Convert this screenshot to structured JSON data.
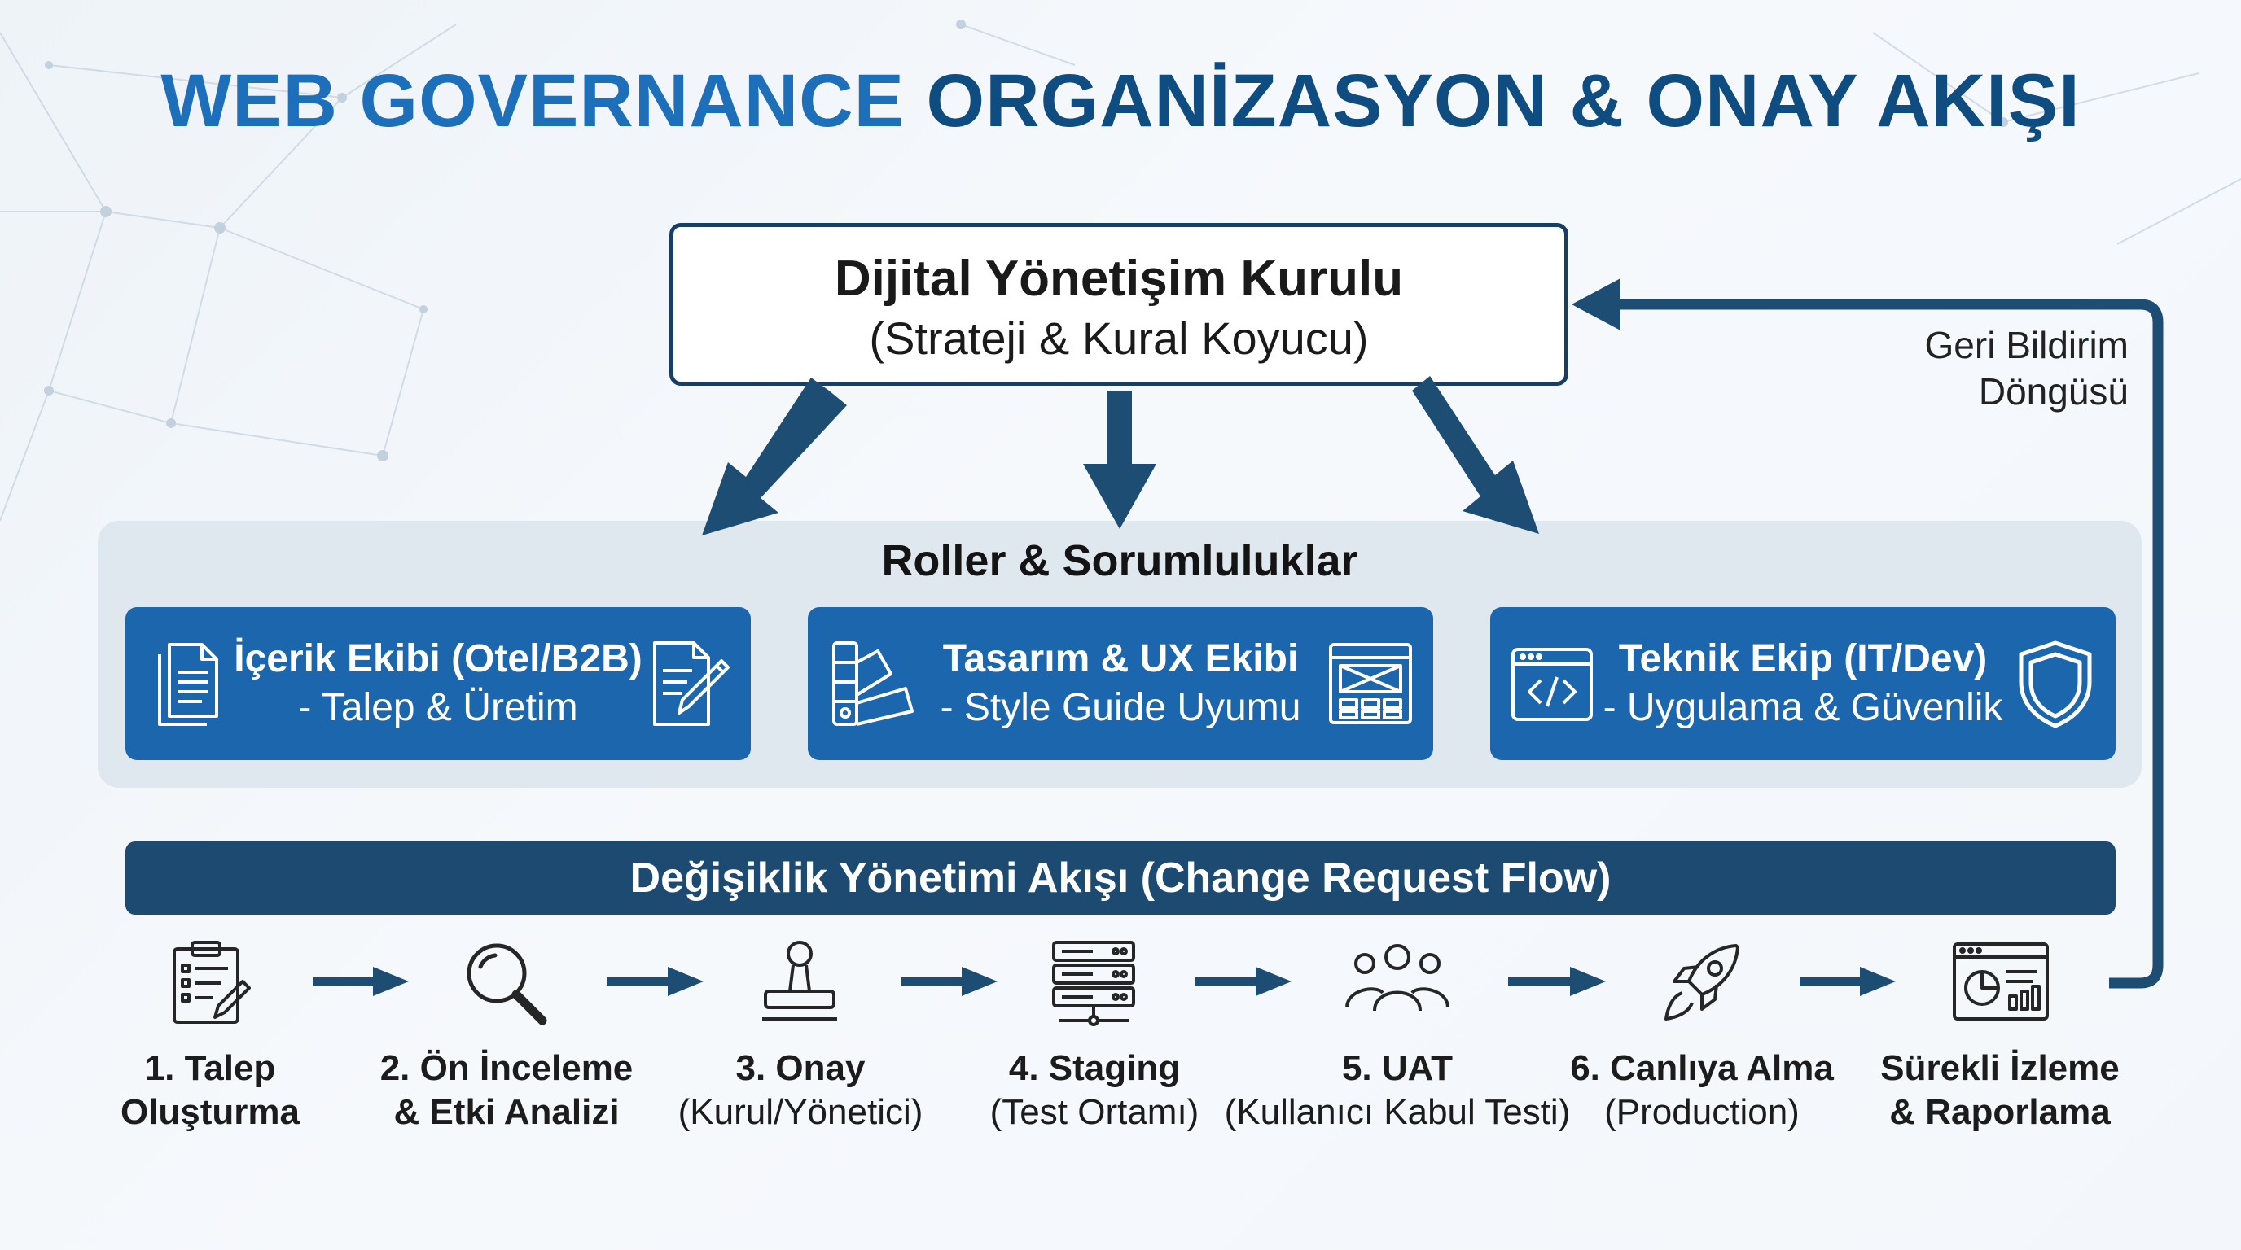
{
  "title": {
    "part1": "WEB GOVERNANCE ",
    "part2": "ORGANİZASYON & ONAY AKIŞI"
  },
  "board": {
    "title": "Dijital Yönetişim Kurulu",
    "subtitle": "(Strateji & Kural Koyucu)"
  },
  "feedback": {
    "line1": "Geri Bildirim",
    "line2": "Döngüsü"
  },
  "roles": {
    "title": "Roller & Sorumluluklar",
    "items": [
      {
        "name": "İçerik Ekibi (Otel/B2B)",
        "desc": "- Talep & Üretim",
        "icon_left": "documents-icon",
        "icon_right": "edit-document-icon"
      },
      {
        "name": "Tasarım & UX Ekibi",
        "desc": "- Style Guide Uyumu",
        "icon_left": "color-swatch-icon",
        "icon_right": "wireframe-icon"
      },
      {
        "name": "Teknik Ekip (IT/Dev)",
        "desc": "- Uygulama & Güvenlik",
        "icon_left": "code-window-icon",
        "icon_right": "shield-icon"
      }
    ]
  },
  "flow": {
    "title": "Değişiklik Yönetimi Akışı (Change Request Flow)",
    "steps": [
      {
        "line1": "1. Talep",
        "line2": "Oluşturma",
        "icon": "clipboard-form-icon"
      },
      {
        "line1": "2. Ön İnceleme",
        "line2": "& Etki Analizi",
        "icon": "magnifier-icon"
      },
      {
        "line1": "3. Onay",
        "line2": "(Kurul/Yönetici)",
        "icon": "approval-stamp-icon"
      },
      {
        "line1": "4. Staging",
        "line2": "(Test Ortamı)",
        "icon": "server-icon"
      },
      {
        "line1": "5. UAT",
        "line2": "(Kullanıcı Kabul Testi)",
        "icon": "users-group-icon"
      },
      {
        "line1": "6. Canlıya Alma",
        "line2": "(Production)",
        "icon": "rocket-icon"
      },
      {
        "line1": "Sürekli İzleme",
        "line2": "& Raporlama",
        "icon": "analytics-dashboard-icon"
      }
    ]
  },
  "colors": {
    "title_light": "#1c6fb8",
    "title_dark": "#0f4c80",
    "role_card": "#1c66ad",
    "flow_bar": "#1c4a70",
    "arrow": "#1e4d74",
    "board_border": "#173f63"
  }
}
